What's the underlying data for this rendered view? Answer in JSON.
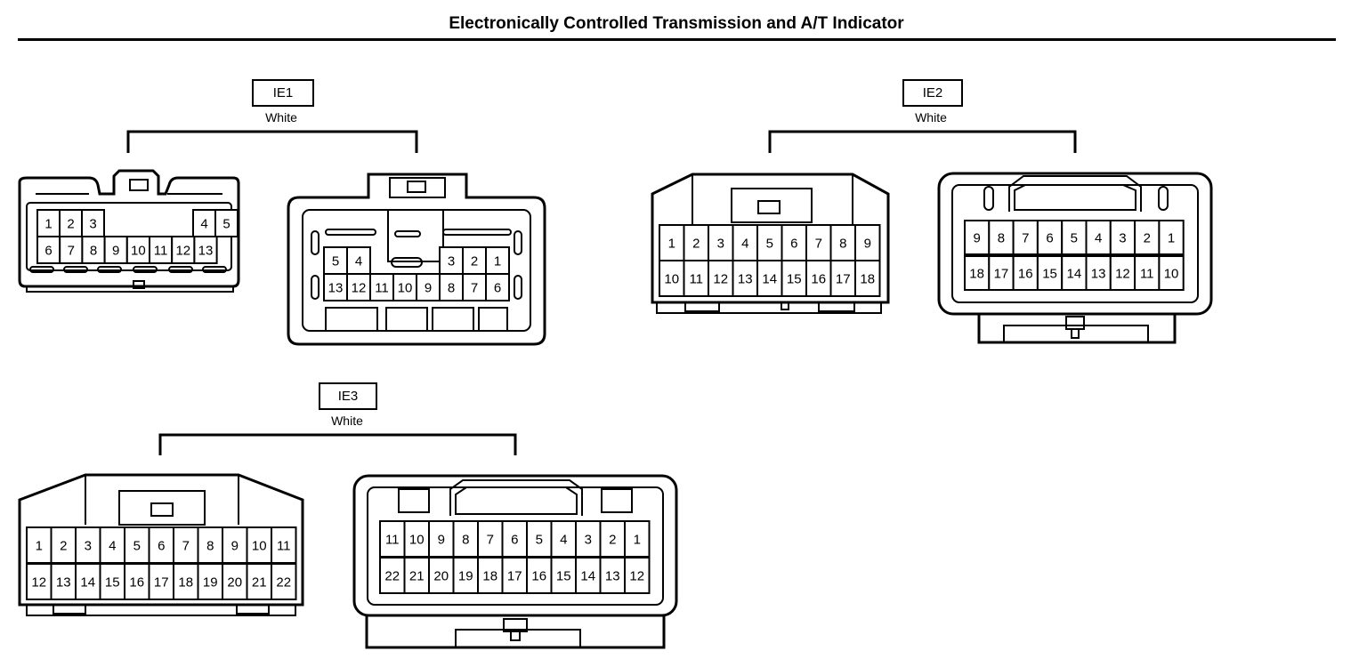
{
  "title": "Electronically Controlled Transmission and A/T Indicator",
  "connectors": [
    {
      "id": "IE1",
      "color": "White",
      "views": [
        {
          "rows": [
            [
              "1",
              "2",
              "3",
              "",
              "",
              "",
              "",
              "4",
              "5"
            ],
            [
              "6",
              "7",
              "8",
              "9",
              "10",
              "11",
              "12",
              "13"
            ]
          ]
        },
        {
          "rows": [
            [
              "5",
              "4",
              "",
              "",
              "",
              "3",
              "2",
              "1"
            ],
            [
              "13",
              "12",
              "11",
              "10",
              "9",
              "8",
              "7",
              "6"
            ]
          ]
        }
      ]
    },
    {
      "id": "IE2",
      "color": "White",
      "views": [
        {
          "rows": [
            [
              "1",
              "2",
              "3",
              "4",
              "5",
              "6",
              "7",
              "8",
              "9"
            ],
            [
              "10",
              "11",
              "12",
              "13",
              "14",
              "15",
              "16",
              "17",
              "18"
            ]
          ]
        },
        {
          "rows": [
            [
              "9",
              "8",
              "7",
              "6",
              "5",
              "4",
              "3",
              "2",
              "1"
            ],
            [
              "18",
              "17",
              "16",
              "15",
              "14",
              "13",
              "12",
              "11",
              "10"
            ]
          ]
        }
      ]
    },
    {
      "id": "IE3",
      "color": "White",
      "views": [
        {
          "rows": [
            [
              "1",
              "2",
              "3",
              "4",
              "5",
              "6",
              "7",
              "8",
              "9",
              "10",
              "11"
            ],
            [
              "12",
              "13",
              "14",
              "15",
              "16",
              "17",
              "18",
              "19",
              "20",
              "21",
              "22"
            ]
          ]
        },
        {
          "rows": [
            [
              "11",
              "10",
              "9",
              "8",
              "7",
              "6",
              "5",
              "4",
              "3",
              "2",
              "1"
            ],
            [
              "22",
              "21",
              "20",
              "19",
              "18",
              "17",
              "16",
              "15",
              "14",
              "13",
              "12"
            ]
          ]
        }
      ]
    }
  ]
}
